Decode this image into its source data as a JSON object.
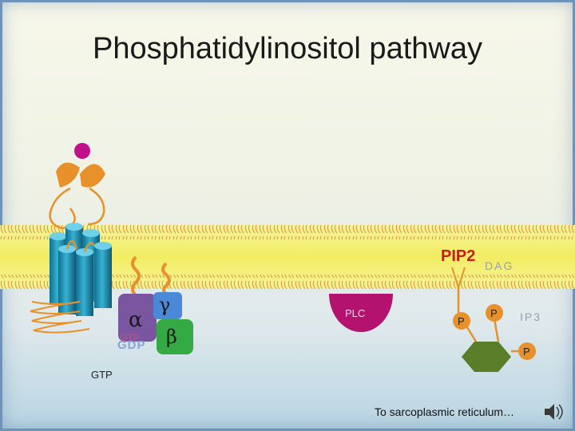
{
  "title": "Phosphatidylinositol pathway",
  "labels": {
    "alpha": "α",
    "gamma": "γ",
    "beta": "β",
    "gtp_on_alpha": "GTP",
    "gdp": "GDP",
    "gtp_free": "GTP",
    "plc": "PLC",
    "pip2": "PIP2",
    "dag": "DAG",
    "p1": "P",
    "p2": "P",
    "p3": "P",
    "ip3": "IP3",
    "sarcoplasmic": "To sarcoplasmic reticulum…"
  },
  "colors": {
    "membrane": "#f4f07a",
    "lipid_head": "#d9a24a",
    "receptor": "#1f8fb0",
    "ligand": "#c0108a",
    "alpha_subunit": "#7a55a0",
    "gamma_subunit": "#4a88d8",
    "beta_subunit": "#33aa44",
    "plc": "#b3126f",
    "pip2_text": "#cc1a1a",
    "hexagon": "#5a7d2a",
    "tether": "#e8912a"
  },
  "icons": [
    "speaker-icon"
  ]
}
